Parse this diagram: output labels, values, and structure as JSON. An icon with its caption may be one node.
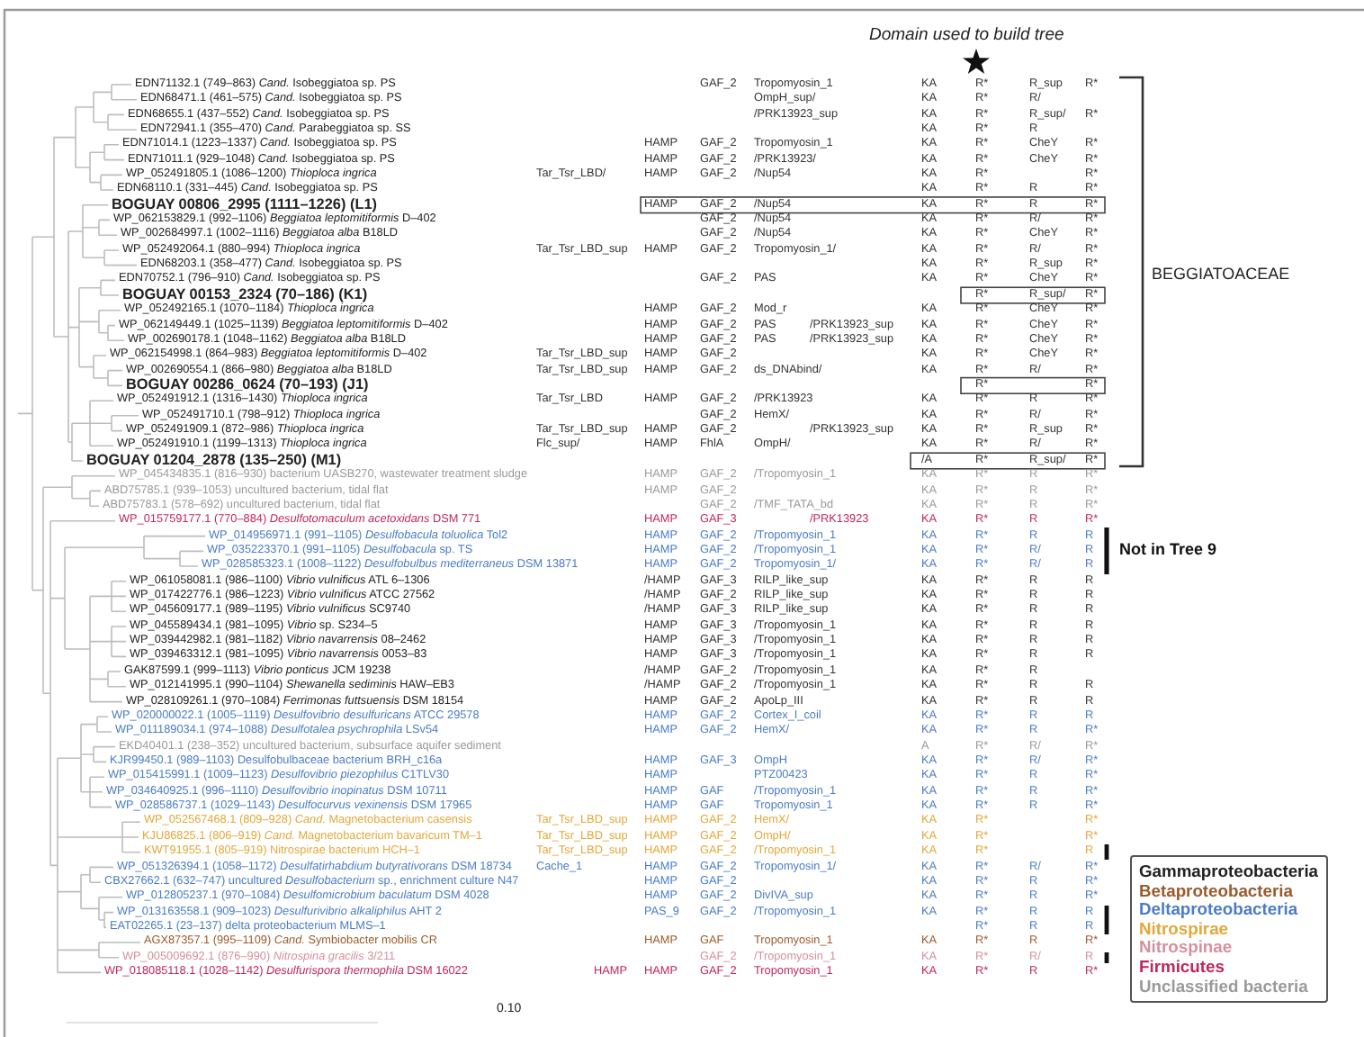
{
  "diagram": {
    "labels": [
      "Domain used to build tree",
      "EDN71132.1 (749–863) *Cand.* Isobeggiatoa sp. PS",
      "GAF_2",
      "Tropomyosin_1",
      "KA",
      "R*",
      "R_sup",
      "R*",
      "EDN68471.1 (461–575) *Cand.* Isobeggiatoa sp. PS",
      "OmpH_sup/",
      "KA",
      "R*",
      "R/",
      "EDN68655.1 (437–552) *Cand.* Isobeggiatoa sp. PS",
      "/PRK13923_sup",
      "KA",
      "R*",
      "R_sup/",
      "R*",
      "EDN72941.1 (355–470) *Cand.* Parabeggiatoa sp. SS",
      "KA",
      "R*",
      "R",
      "EDN71014.1 (1223–1337) *Cand.* Isobeggiatoa sp. PS",
      "HAMP",
      "GAF_2",
      "Tropomyosin_1",
      "KA",
      "R*",
      "CheY",
      "R*",
      "EDN71011.1 (929–1048) *Cand.* Isobeggiatoa sp. PS",
      "HAMP",
      "GAF_2",
      "/PRK13923/",
      "KA",
      "R*",
      "CheY",
      "R*",
      "WP_052491805.1 (1086–1200) *Thioploca ingrica*",
      "Tar_Tsr_LBD/",
      "HAMP",
      "GAF_2",
      "/Nup54",
      "KA",
      "R*",
      "R*",
      "EDN68110.1 (331–445) *Cand.* Isobeggiatoa sp. PS",
      "KA",
      "R*",
      "R",
      "R*",
      "BOGUAY 00806_2995 (1111–1226) (L1)",
      "HAMP",
      "GAF_2",
      "/Nup54",
      "KA",
      "R*",
      "R",
      "R*",
      "WP_062153829.1 (992–1106) *Beggiatoa leptomitiformis* D–402",
      "GAF_2",
      "/Nup54",
      "KA",
      "R*",
      "R/",
      "R*",
      "WP_002684997.1 (1002–1116) *Beggiatoa alba* B18LD",
      "GAF_2",
      "/Nup54",
      "KA",
      "R*",
      "CheY",
      "R*",
      "WP_052492064.1 (880–994) *Thioploca ingrica*",
      "Tar_Tsr_LBD_sup",
      "HAMP",
      "GAF_2",
      "Tropomyosin_1/",
      "KA",
      "R*",
      "R/",
      "R*",
      "EDN68203.1 (358–477) *Cand.* Isobeggiatoa sp. PS",
      "KA",
      "R*",
      "R_sup",
      "R*",
      "EDN70752.1 (796–910) *Cand.* Isobeggiatoa sp. PS",
      "GAF_2",
      "PAS",
      "KA",
      "R*",
      "CheY",
      "R*",
      "BOGUAY 00153_2324 (70–186) (K1)",
      "R*",
      "R_sup/",
      "R*",
      "WP_052492165.1 (1070–1184) *Thioploca ingrica*",
      "HAMP",
      "GAF_2",
      "Mod_r",
      "KA",
      "R*",
      "CheY",
      "R*",
      "WP_062149449.1 (1025–1139) *Beggiatoa leptomitiformis* D–402",
      "HAMP",
      "GAF_2",
      "PAS",
      "/PRK13923_sup",
      "KA",
      "R*",
      "CheY",
      "R*",
      "WP_002690178.1 (1048–1162) *Beggiatoa alba* B18LD",
      "HAMP",
      "GAF_2",
      "PAS",
      "/PRK13923_sup",
      "KA",
      "R*",
      "CheY",
      "R*",
      "WP_062154998.1 (864–983) *Beggiatoa leptomitiformis* D–402",
      "Tar_Tsr_LBD_sup",
      "HAMP",
      "GAF_2",
      "KA",
      "R*",
      "CheY",
      "R*",
      "WP_002690554.1 (866–980) *Beggiatoa alba* B18LD",
      "Tar_Tsr_LBD_sup",
      "HAMP",
      "GAF_2",
      "ds_DNAbind/",
      "KA",
      "R*",
      "R/",
      "R*",
      "BOGUAY 00286_0624 (70–193) (J1)",
      "R*",
      "R*",
      "WP_052491912.1 (1316–1430) *Thioploca ingrica*",
      "Tar_Tsr_LBD",
      "HAMP",
      "GAF_2",
      "/PRK13923",
      "KA",
      "R*",
      "R",
      "R*",
      "WP_052491710.1 (798–912) *Thioploca ingrica*",
      "GAF_2",
      "HemX/",
      "KA",
      "R*",
      "R/",
      "R*",
      "WP_052491909.1 (872–986) *Thioploca ingrica*",
      "Tar_Tsr_LBD_sup",
      "HAMP",
      "GAF_2",
      "/PRK13923_sup",
      "KA",
      "R*",
      "R_sup",
      "R*",
      "WP_052491910.1 (1199–1313) *Thioploca ingrica*",
      "Flc_sup/",
      "HAMP",
      "FhlA",
      "OmpH/",
      "KA",
      "R*",
      "R/",
      "R*",
      "BOGUAY 01204_2878 (135–250) (M1)",
      "/A",
      "R*",
      "R_sup/",
      "R*",
      "WP_045434835.1 (816–930) bacterium UASB270, wastewater treatment sludge",
      "HAMP",
      "GAF_2",
      "/Tropomyosin_1",
      "KA",
      "R*",
      "R",
      "R*",
      "ABD75785.1 (939–1053) uncultured bacterium, tidal flat",
      "HAMP",
      "GAF_2",
      "KA",
      "R*",
      "R",
      "R*",
      "ABD75783.1 (578–692) uncultured bacterium, tidal flat",
      "GAF_2",
      "/TMF_TATA_bd",
      "KA",
      "R*",
      "R",
      "R*",
      "WP_015759177.1 (770–884) *Desulfotomaculum acetoxidans* DSM 771",
      "HAMP",
      "GAF_3",
      "/PRK13923",
      "KA",
      "R*",
      "R",
      "R*",
      "WP_014956971.1 (991–1105) *Desulfobacula toluolica* Tol2",
      "HAMP",
      "GAF_2",
      "/Tropomyosin_1",
      "KA",
      "R*",
      "R",
      "R",
      "WP_035223370.1 (991–1105) *Desulfobacula* sp. TS",
      "HAMP",
      "GAF_2",
      "/Tropomyosin_1",
      "KA",
      "R*",
      "R/",
      "R",
      "WP_028585323.1 (1008–1122) *Desulfobulbus mediterraneus* DSM 13871",
      "HAMP",
      "GAF_2",
      "Tropomyosin_1/",
      "KA",
      "R*",
      "R/",
      "R",
      "WP_061058081.1 (986–1100) *Vibrio vulnificus* ATL 6–1306",
      "/HAMP",
      "GAF_3",
      "RILP_like_sup",
      "KA",
      "R*",
      "R",
      "R",
      "WP_017422776.1 (986–1223) *Vibrio vulnificus* ATCC 27562",
      "/HAMP",
      "GAF_2",
      "RILP_like_sup",
      "KA",
      "R*",
      "R",
      "R",
      "WP_045609177.1 (989–1195) *Vibrio vulnificus* SC9740",
      "/HAMP",
      "GAF_3",
      "RILP_like_sup",
      "KA",
      "R*",
      "R",
      "R",
      "WP_045589434.1 (981–1095) *Vibrio* sp. S234–5",
      "HAMP",
      "GAF_3",
      "/Tropomyosin_1",
      "KA",
      "R*",
      "R",
      "R",
      "WP_039442982.1 (981–1182) *Vibrio navarrensis* 08–2462",
      "HAMP",
      "GAF_3",
      "/Tropomyosin_1",
      "KA",
      "R*",
      "R",
      "R",
      "WP_039463312.1 (981–1095) *Vibrio navarrensis* 0053–83",
      "HAMP",
      "GAF_3",
      "/Tropomyosin_1",
      "KA",
      "R*",
      "R",
      "R",
      "GAK87599.1 (999–1113) *Vibrio ponticus* JCM 19238",
      "/HAMP",
      "GAF_2",
      "/Tropomyosin_1",
      "KA",
      "R*",
      "R",
      "WP_012141995.1 (990–1104) *Shewanella sediminis* HAW–EB3",
      "/HAMP",
      "GAF_2",
      "/Tropomyosin_1",
      "KA",
      "R*",
      "R",
      "R",
      "WP_028109261.1 (970–1084) *Ferrimonas futtsuensis* DSM 18154",
      "HAMP",
      "GAF_2",
      "ApoLp_III",
      "KA",
      "R*",
      "R",
      "R",
      "WP_020000022.1 (1005–1119) *Desulfovibrio desulfuricans* ATCC 29578",
      "HAMP",
      "GAF_2",
      "Cortex_I_coil",
      "KA",
      "R*",
      "R",
      "R",
      "WP_011189034.1 (974–1088) *Desulfotalea psychrophila* LSv54",
      "HAMP",
      "GAF_2",
      "HemX/",
      "KA",
      "R*",
      "R",
      "R*",
      "EKD40401.1 (238–352) uncultured bacterium, subsurface aquifer sediment",
      "A",
      "R*",
      "R/",
      "R*",
      "KJR99450.1 (989–1103) Desulfobulbaceae bacterium BRH_c16a",
      "HAMP",
      "GAF_3",
      "OmpH",
      "KA",
      "R*",
      "R/",
      "R*",
      "WP_015415991.1 (1009–1123) *Desulfovibrio piezophilus* C1TLV30",
      "HAMP",
      "PTZ00423",
      "KA",
      "R*",
      "R",
      "R*",
      "WP_034640925.1 (996–1110) *Desulfovibrio inopinatus* DSM 10711",
      "HAMP",
      "GAF",
      "/Tropomyosin_1",
      "KA",
      "R*",
      "R",
      "R*",
      "WP_028586737.1 (1029–1143) *Desulfocurvus vexinensis* DSM 17965",
      "HAMP",
      "GAF",
      "Tropomyosin_1",
      "KA",
      "R*",
      "R",
      "R*",
      "WP_052567468.1 (809–928) *Cand.* Magnetobacterium casensis",
      "Tar_Tsr_LBD_sup",
      "HAMP",
      "GAF_2",
      "HemX/",
      "KA",
      "R*",
      "R*",
      "KJU86825.1 (806–919) *Cand.* Magnetobacterium bavaricum TM–1",
      "Tar_Tsr_LBD_sup",
      "HAMP",
      "GAF_2",
      "OmpH/",
      "KA",
      "R*",
      "R*",
      "KWT91955.1 (805–919) Nitrospirae bacterium HCH–1",
      "Tar_Tsr_LBD_sup",
      "HAMP",
      "GAF_2",
      "/Tropomyosin_1",
      "KA",
      "R*",
      "R",
      "WP_051326394.1 (1058–1172) *Desulfatirhabdium butyrativorans* DSM 18734",
      "Cache_1",
      "HAMP",
      "GAF_2",
      "Tropomyosin_1/",
      "KA",
      "R*",
      "R/",
      "R*",
      "CBX27662.1 (632–747) uncultured *Desulfobacterium* sp., enrichment culture N47",
      "HAMP",
      "GAF_2",
      "KA",
      "R*",
      "R",
      "R*",
      "WP_012805237.1 (970–1084) *Desulfomicrobium baculatum* DSM 4028",
      "HAMP",
      "GAF_2",
      "DivIVA_sup",
      "KA",
      "R*",
      "R",
      "R*",
      "WP_013163558.1 (909–1023) *Desulfurivibrio alkaliphilus* AHT 2",
      "PAS_9",
      "GAF_2",
      "/Tropomyosin_1",
      "KA",
      "R*",
      "R",
      "R",
      "EAT02265.1 (23–137) delta proteobacterium MLMS–1",
      "R*",
      "R",
      "R",
      "AGX87357.1 (995–1109) *Cand.* Symbiobacter mobilis CR",
      "HAMP",
      "GAF",
      "Tropomyosin_1",
      "KA",
      "R*",
      "R",
      "R*",
      "WP_005009692.1 (876–990) *Nitrospina gracilis* 3/211",
      "GAF_2",
      "/Tropomyosin_1",
      "KA",
      "R*",
      "R/",
      "R",
      "WP_018085118.1 (1028–1142) *Desulfurispora thermophila* DSM 16022",
      "HAMP",
      "HAMP",
      "GAF_2",
      "Tropomyosin_1",
      "KA",
      "R*",
      "R",
      "R*",
      "BEGGIATOACEAE",
      "Not in Tree 9",
      "0.10"
    ],
    "legend": [
      {
        "text": "Gammaproteobacteria",
        "color": "#222222"
      },
      {
        "text": "Betaproteobacteria",
        "color": "#9a5b2e"
      },
      {
        "text": "Deltaproteobacteria",
        "color": "#4a7cc7"
      },
      {
        "text": "Nitrospirae",
        "color": "#e3a83a"
      },
      {
        "text": "Nitrospinae",
        "color": "#d4919f"
      },
      {
        "text": "Firmicutes",
        "color": "#c0275d"
      },
      {
        "text": "Unclassified bacteria",
        "color": "#9a9a9a"
      }
    ]
  }
}
